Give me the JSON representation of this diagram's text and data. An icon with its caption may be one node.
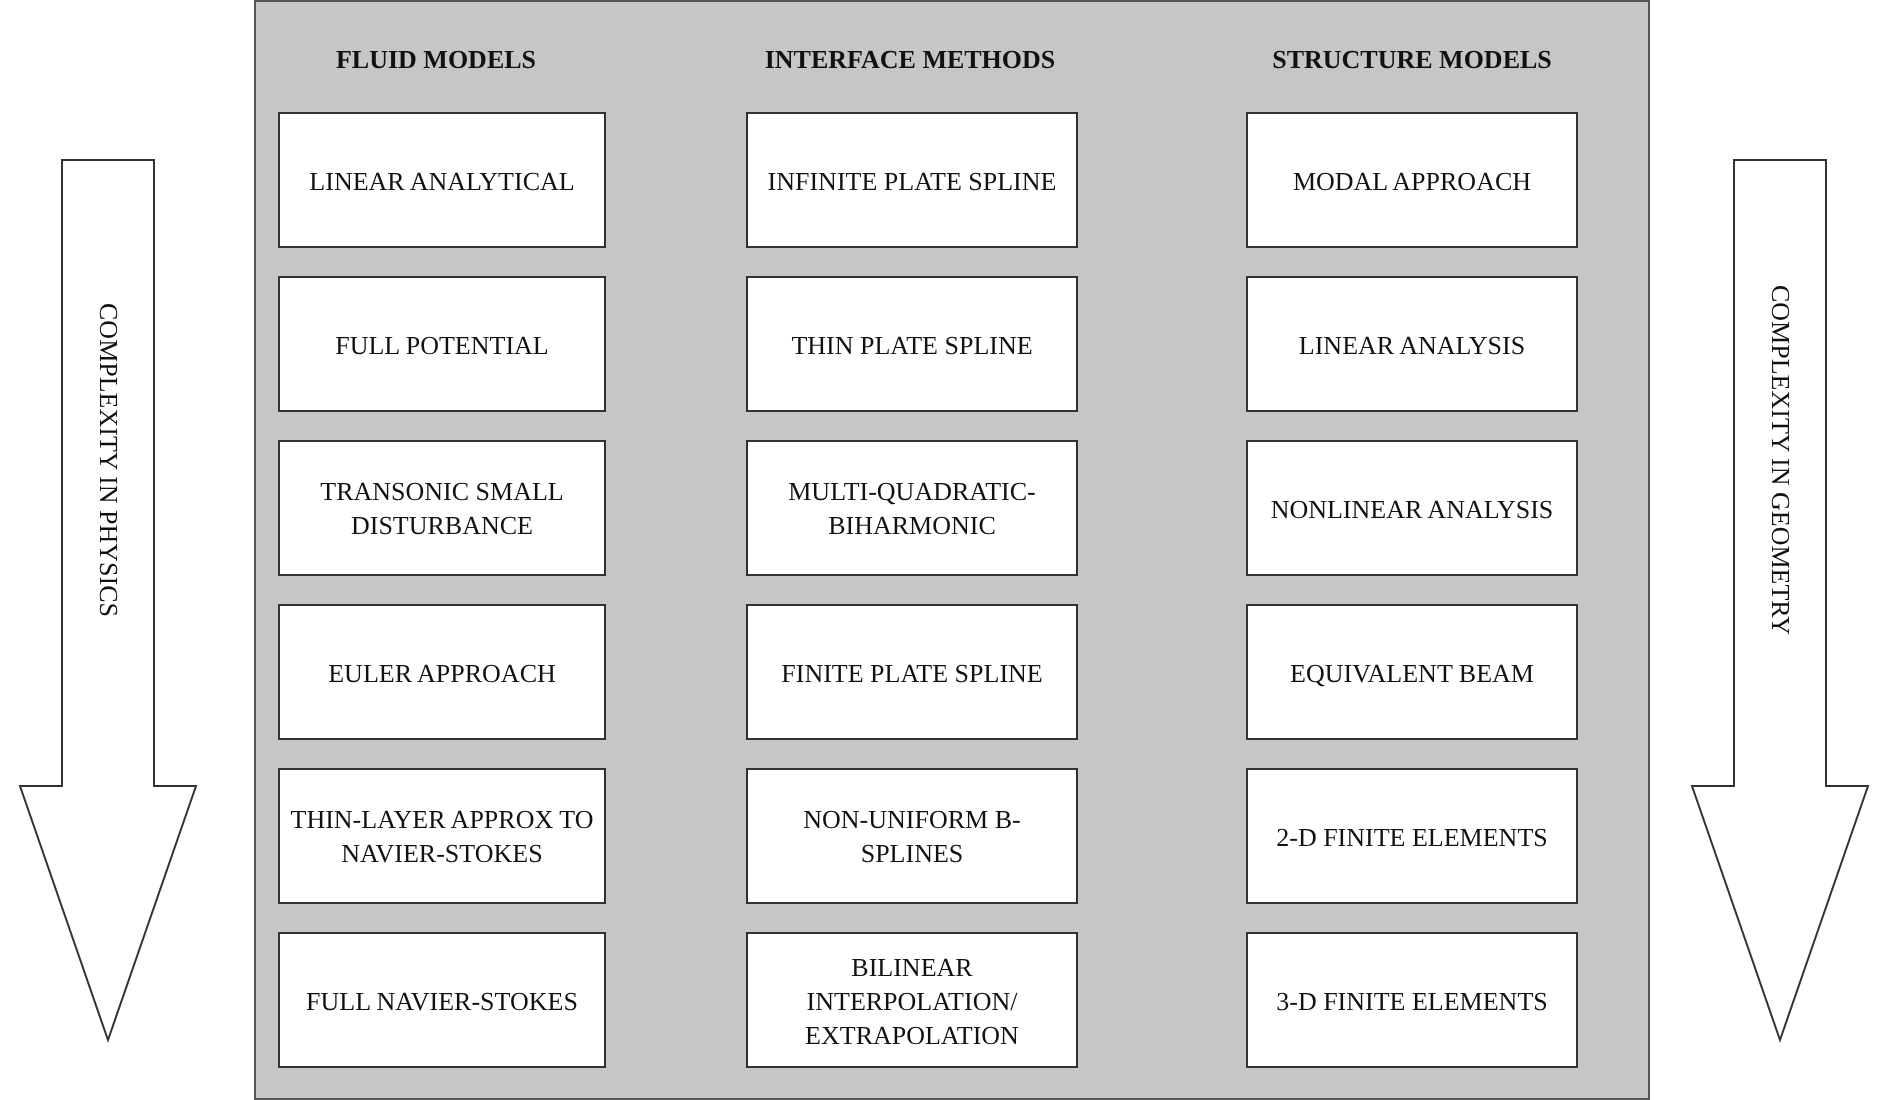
{
  "diagram": {
    "nodes": [
      {
        "text": [
          "COMPLEXITY IN PHYSICS"
        ]
      },
      {
        "text": [],
        "shape": "box"
      },
      {
        "text": [
          "LINEAR ANALYTICAL"
        ],
        "in": 1
      },
      {
        "text": [
          "INFINITE PLATE SPLINE"
        ],
        "in": 1
      },
      {
        "text": [
          "MODAL APPROACH"
        ],
        "in": 1
      },
      {
        "text": [
          "FULL POTENTIAL"
        ],
        "in": 1
      },
      {
        "text": [
          "THIN PLATE SPLINE"
        ],
        "in": 1
      },
      {
        "text": [
          "LINEAR ANALYSIS"
        ],
        "in": 1
      },
      {
        "text": [
          "TRANSONIC SMALL DISTURBANCE"
        ],
        "in": 1
      },
      {
        "text": [
          "MULTI-QUADRATIC-BIHARMONIC"
        ],
        "in": 1
      },
      {
        "text": [
          "NONLINEAR ANALYSIS"
        ],
        "in": 1
      },
      {
        "text": [
          "EULER APPROACH"
        ],
        "in": 1
      },
      {
        "text": [
          "FINITE PLATE SPLINE"
        ],
        "in": 1
      },
      {
        "text": [
          "EQUIVALENT BEAM"
        ],
        "in": 1
      },
      {
        "text": [
          "THIN-LAYER APPROX TO NAVIER-STOKES"
        ],
        "in": 1
      },
      {
        "text": [
          "NON-UNIFORM B-SPLINES"
        ],
        "in": 1
      },
      {
        "text": [
          "2-D FINITE ELEMENTS"
        ],
        "in": 1
      },
      {
        "text": [
          "FULL NAVIER-STOKES"
        ],
        "in": 1
      },
      {
        "text": [
          "BILINEAR INTERPOLATION/ EXTRAPOLATION"
        ],
        "in": 1
      },
      {
        "text": [
          "3-D FINITE ELEMENTS"
        ],
        "in": 1
      },
      {
        "text": [
          "COMPLEXITY IN GEOMETRY"
        ]
      }
    ],
    "labels": [
      "FLUID MODELS",
      "INTERFACE METHODS",
      "STRUCTURE MODELS"
    ]
  }
}
